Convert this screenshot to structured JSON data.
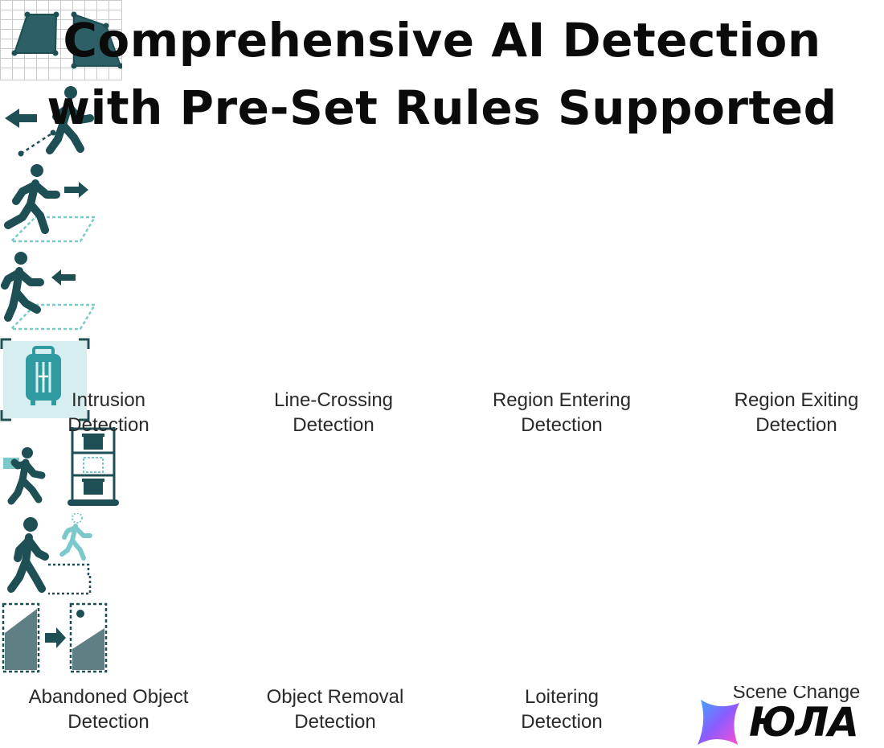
{
  "title": {
    "line1": "Comprehensive AI Detection",
    "line2": "with Pre-Set Rules Supported"
  },
  "features": [
    {
      "icon": "intrusion-icon",
      "line1": "Intrusion",
      "line2": "Detection"
    },
    {
      "icon": "line-crossing-icon",
      "line1": "Line-Crossing",
      "line2": "Detection"
    },
    {
      "icon": "region-entering-icon",
      "line1": "Region Entering",
      "line2": "Detection"
    },
    {
      "icon": "region-exiting-icon",
      "line1": "Region Exiting",
      "line2": "Detection"
    },
    {
      "icon": "abandoned-object-icon",
      "line1": "Abandoned Object",
      "line2": "Detection"
    },
    {
      "icon": "object-removal-icon",
      "line1": "Object Removal",
      "line2": "Detection"
    },
    {
      "icon": "loitering-icon",
      "line1": "Loitering",
      "line2": "Detection"
    },
    {
      "icon": "scene-change-icon",
      "line1": "Scene Change",
      "line2": ""
    }
  ],
  "logo": {
    "text": "ЮЛА"
  },
  "colors": {
    "icon_dark": "#1d4f55",
    "icon_light": "#7cc9cc",
    "icon_bg": "#d6eef0"
  }
}
